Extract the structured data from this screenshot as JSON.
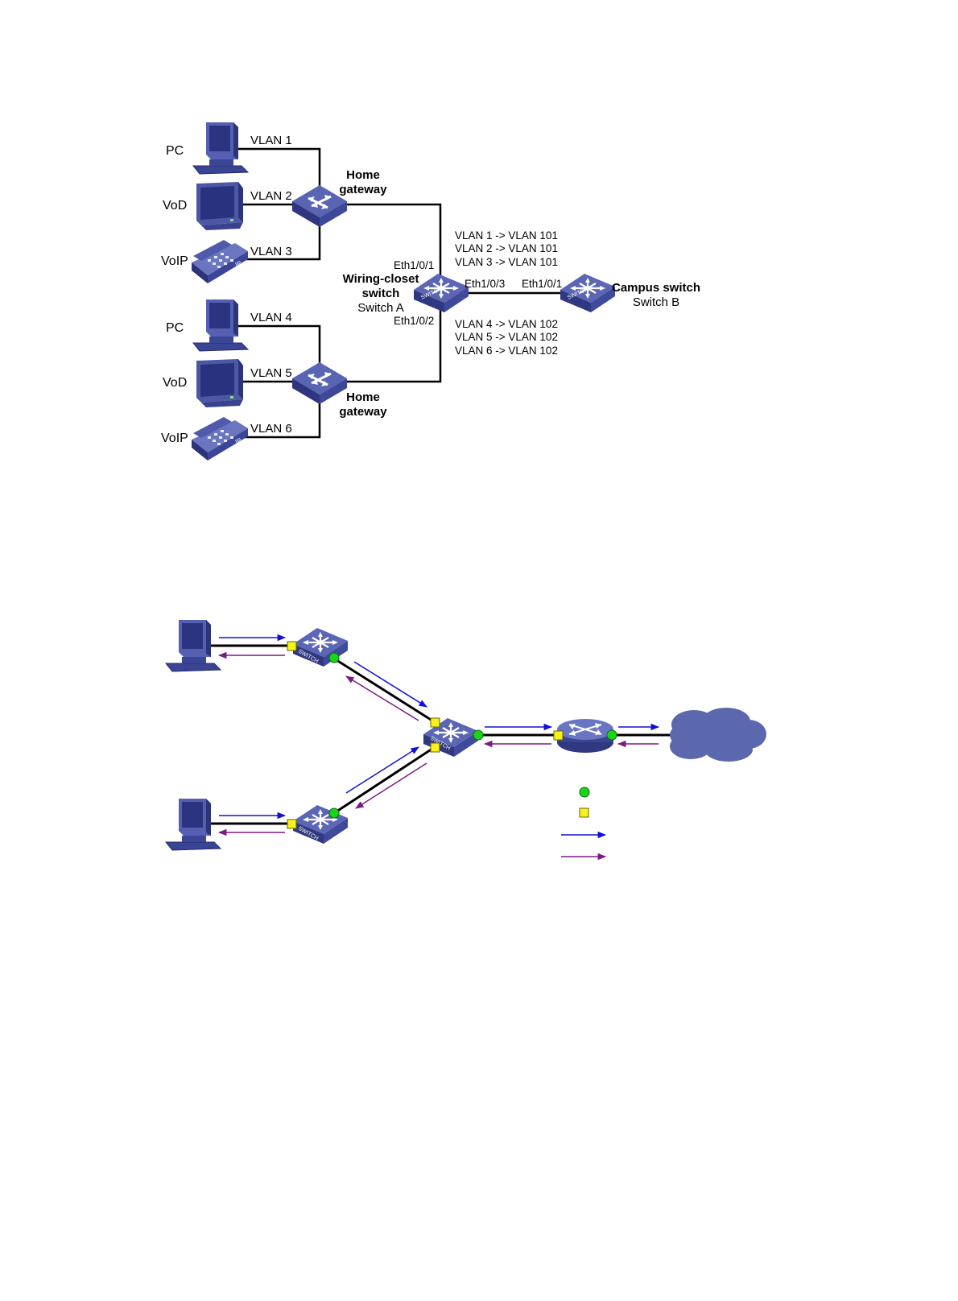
{
  "fig1": {
    "devices": {
      "pc1": "PC",
      "vod1": "VoD",
      "voip1": "VoIP",
      "pc2": "PC",
      "vod2": "VoD",
      "voip2": "VoIP"
    },
    "vlans": [
      "VLAN 1",
      "VLAN 2",
      "VLAN 3",
      "VLAN 4",
      "VLAN 5",
      "VLAN 6"
    ],
    "home_gateway_top": [
      "Home",
      "gateway"
    ],
    "home_gateway_bottom": [
      "Home",
      "gateway"
    ],
    "switch_a": {
      "l1": "Wiring-closet",
      "l2": "switch",
      "l3": "Switch A"
    },
    "switch_b": {
      "l1": "Campus switch",
      "l2": "Switch B"
    },
    "ports": {
      "a1": "Eth1/0/1",
      "a2": "Eth1/0/2",
      "a3": "Eth1/0/3",
      "b1": "Eth1/0/1"
    },
    "mapping_top": [
      "VLAN 1 -> VLAN 101",
      "VLAN 2 -> VLAN 101",
      "VLAN 3 -> VLAN 101"
    ],
    "mapping_bottom": [
      "VLAN 4 -> VLAN 102",
      "VLAN 5 -> VLAN 102",
      "VLAN 6 -> VLAN 102"
    ],
    "switch_badge": "SWITCH",
    "phone_badge": "IP"
  },
  "fig2": {
    "switch_badge": "SWITCH",
    "colors": {
      "uplink_arrow": "#1010d8",
      "downlink_arrow": "#7a1a84",
      "green_port": "#19d419",
      "yellow_port": "#f7f21a",
      "device_blue": "#4a55a8",
      "cloud": "#5b68ad"
    }
  }
}
